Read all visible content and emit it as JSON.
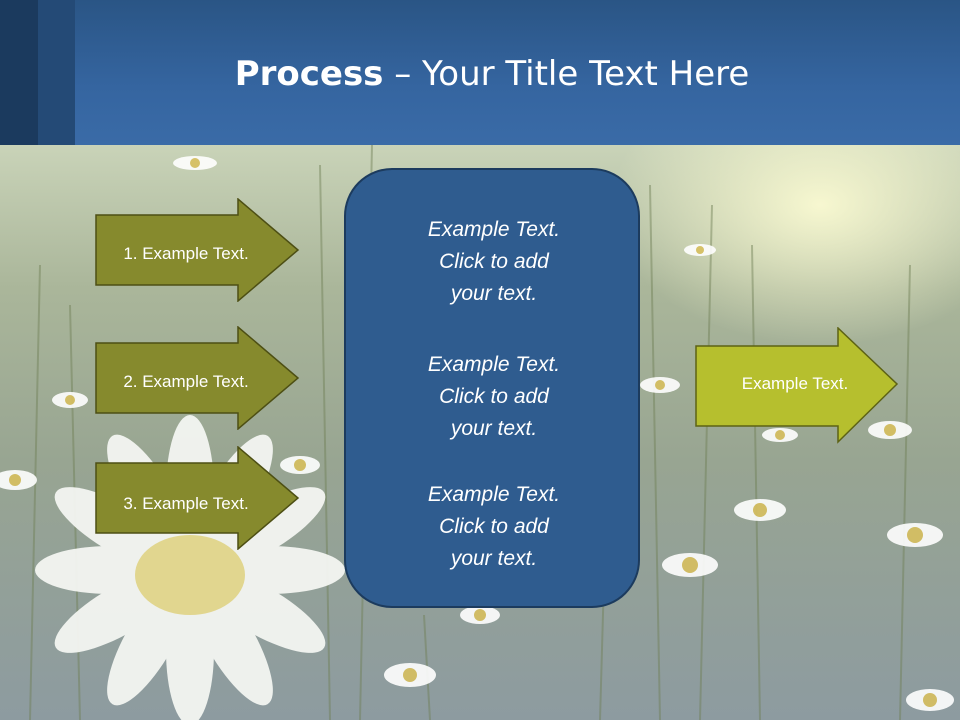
{
  "title": {
    "bold": "Process",
    "rest": " – Your Title Text Here"
  },
  "left_steps": [
    {
      "label": "1. Example Text."
    },
    {
      "label": "2. Example Text."
    },
    {
      "label": "3. Example Text."
    }
  ],
  "center_box": {
    "paragraphs": [
      {
        "text": "Example Text.\nClick  to add\nyour text."
      },
      {
        "text": "Example Text.\nClick  to add\nyour text."
      },
      {
        "text": "Example Text.\nClick  to add\nyour text."
      }
    ]
  },
  "output": {
    "label": "Example Text."
  },
  "colors": {
    "left_arrow_fill": "#868a2d",
    "right_arrow_fill": "#b6bf2e",
    "center_box_fill": "#2f5c8f",
    "header": "#3565a0"
  }
}
